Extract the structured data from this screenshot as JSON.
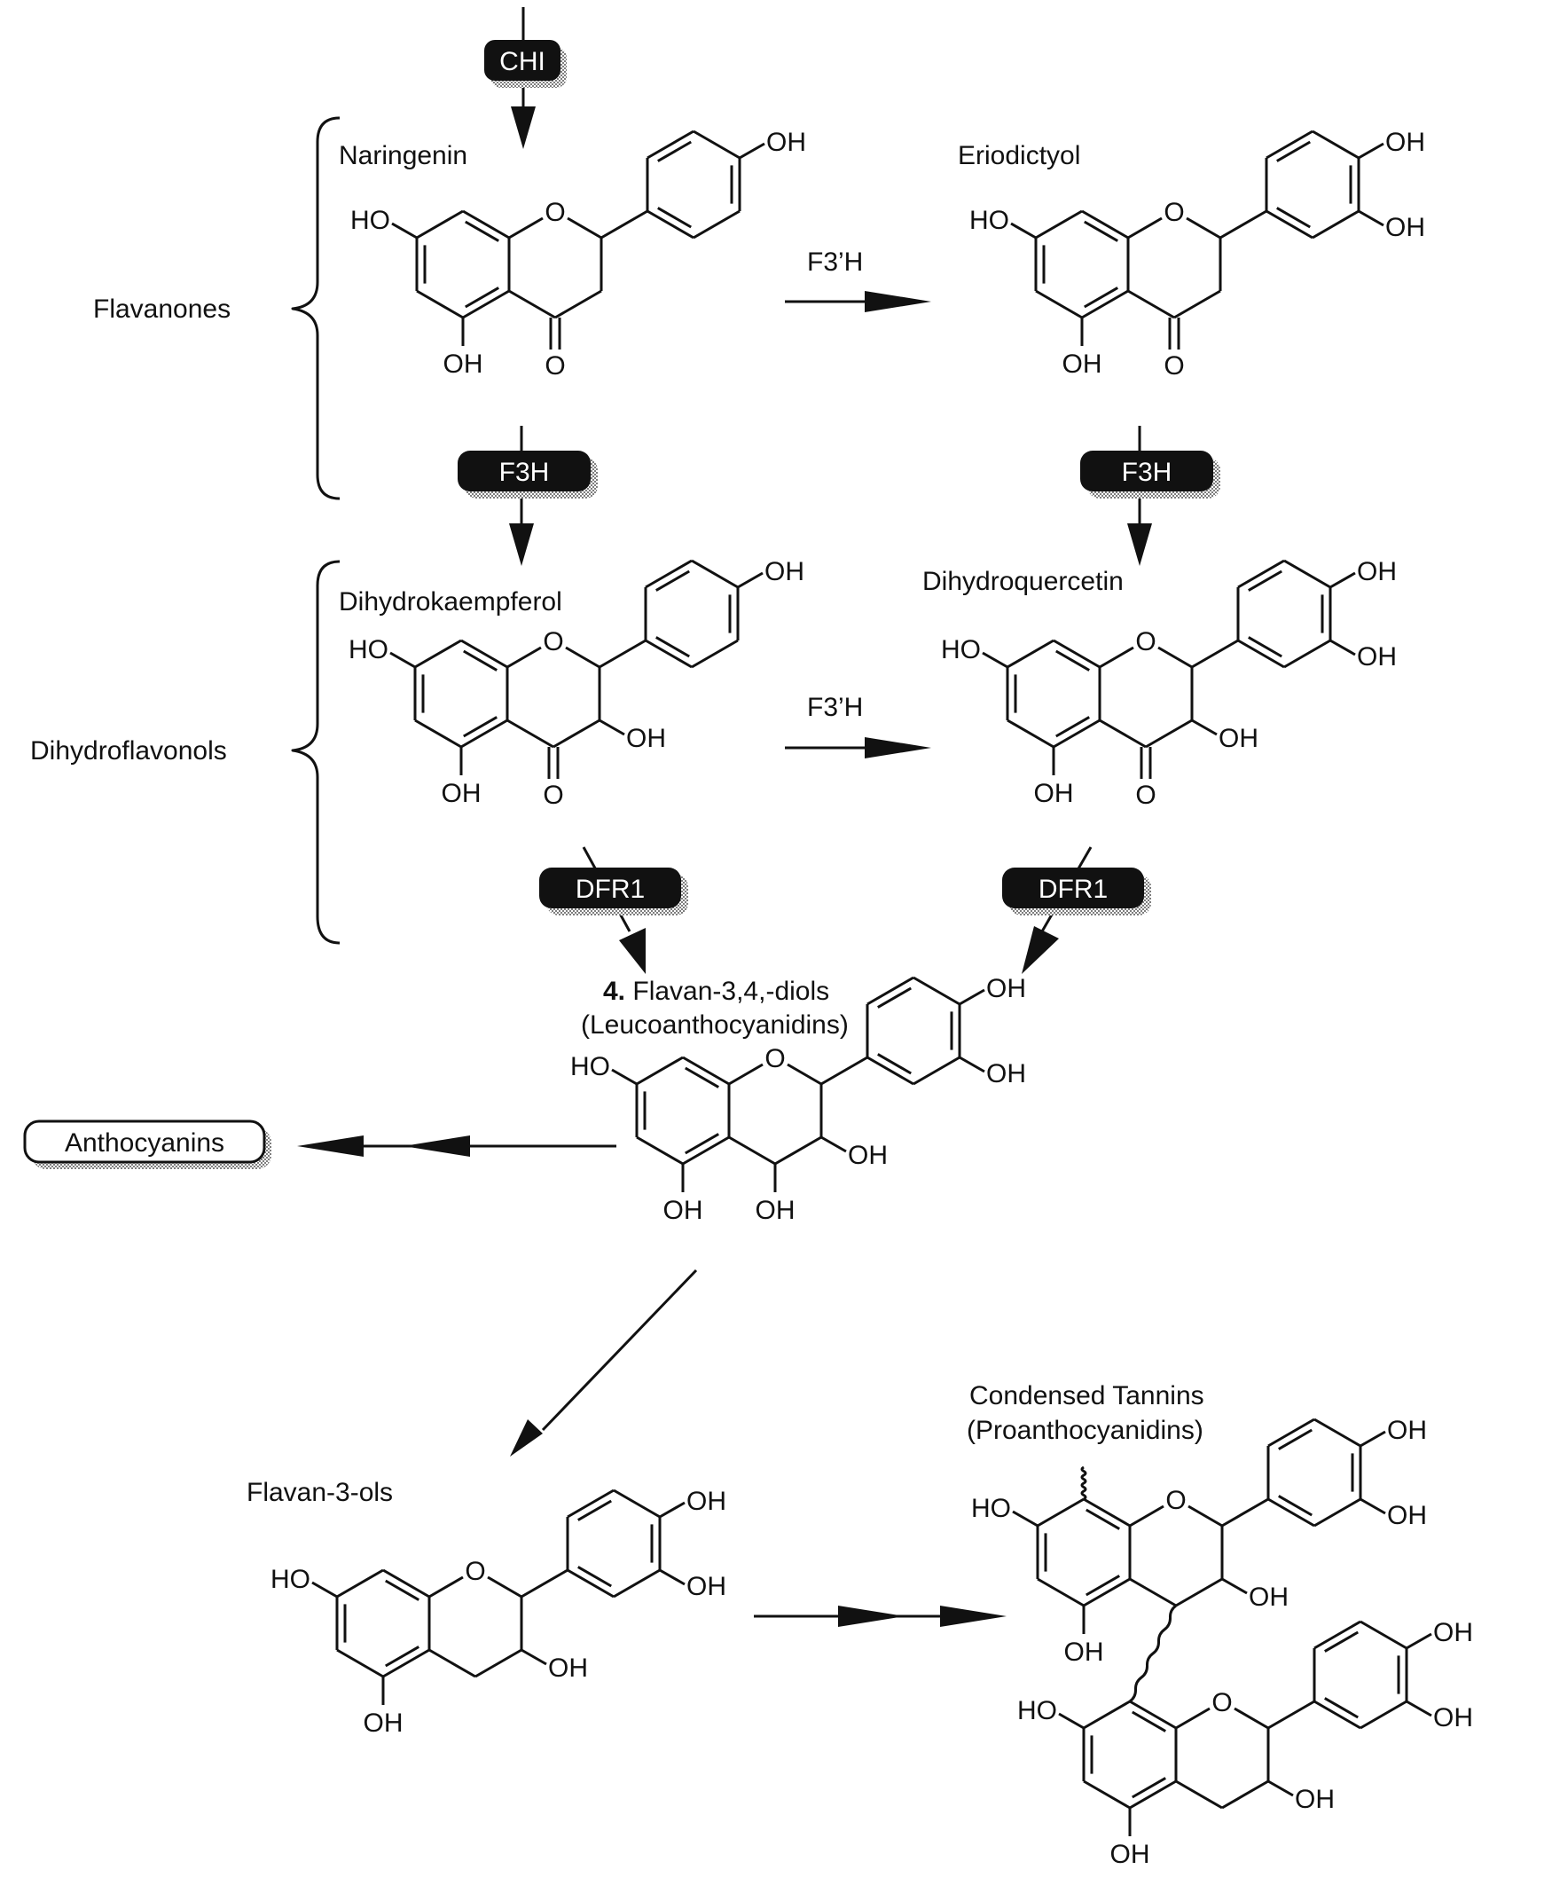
{
  "enzymes": {
    "chi": "CHI",
    "f3h_left": "F3H",
    "f3h_right": "F3H",
    "dfr_left": "DFR1",
    "dfr_right": "DFR1",
    "f3ph_top": "F3’H",
    "f3ph_mid": "F3’H"
  },
  "classes": {
    "flavanones": "Flavanones",
    "dihydroflavonols": "Dihydroflavonols"
  },
  "compounds": {
    "naringenin": "Naringenin",
    "eriodictyol": "Eriodictyol",
    "dihydrokaempferol": "Dihydrokaempferol",
    "dihydroquercetin": "Dihydroquercetin",
    "leuco_number": "4.",
    "leuco_name": "Flavan-3,4,-diols",
    "leuco_sub": "(Leucoanthocyanidins)",
    "anthocyanins": "Anthocyanins",
    "flavan3ols": "Flavan-3-ols",
    "tannins": "Condensed Tannins",
    "tannins_sub": "(Proanthocyanidins)"
  },
  "atoms": {
    "oh": "OH",
    "ho": "HO",
    "o": "O"
  }
}
